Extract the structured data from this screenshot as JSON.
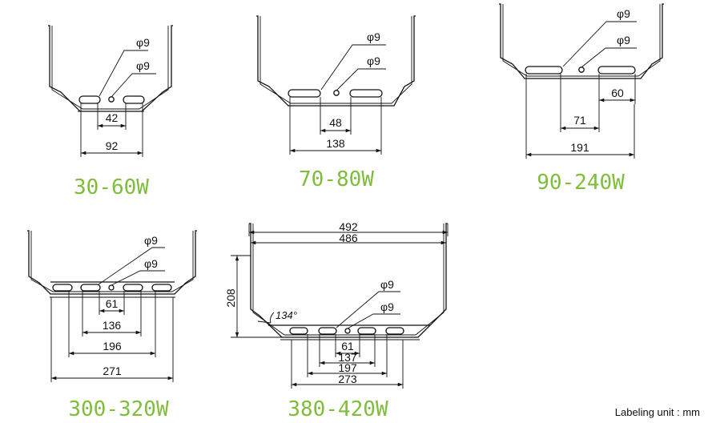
{
  "footnote": "Labeling unit : mm",
  "diagrams": [
    {
      "title": "30-60W",
      "holes": [
        "φ9",
        "φ9"
      ],
      "dims": [
        "42",
        "92"
      ]
    },
    {
      "title": "70-80W",
      "holes": [
        "φ9",
        "φ9"
      ],
      "dims": [
        "48",
        "138"
      ]
    },
    {
      "title": "90-240W",
      "holes": [
        "φ9",
        "φ9"
      ],
      "dims": [
        "60",
        "71",
        "191"
      ]
    },
    {
      "title": "300-320W",
      "holes": [
        "φ9",
        "φ9"
      ],
      "dims": [
        "61",
        "136",
        "196",
        "271"
      ]
    },
    {
      "title": "380-420W",
      "holes": [
        "φ9",
        "φ9"
      ],
      "dims": [
        "492",
        "486",
        "208",
        "61",
        "137",
        "197",
        "273"
      ],
      "angle": "134°"
    }
  ]
}
